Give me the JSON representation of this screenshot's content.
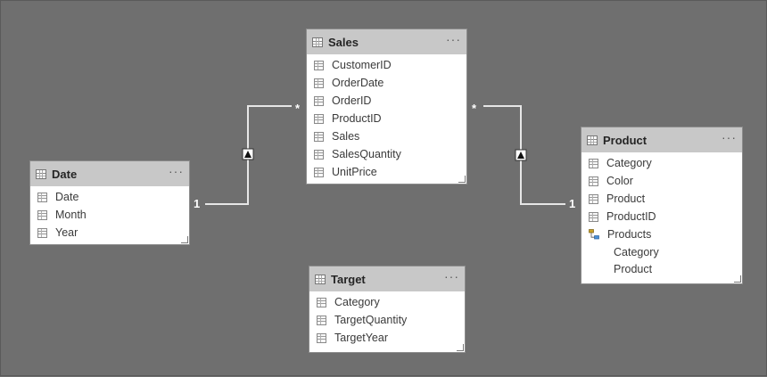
{
  "tables": {
    "sales": {
      "title": "Sales",
      "more": "···",
      "fields": [
        "CustomerID",
        "OrderDate",
        "OrderID",
        "ProductID",
        "Sales",
        "SalesQuantity",
        "UnitPrice"
      ]
    },
    "date": {
      "title": "Date",
      "more": "···",
      "fields": [
        "Date",
        "Month",
        "Year"
      ]
    },
    "product": {
      "title": "Product",
      "more": "···",
      "fields": [
        "Category",
        "Color",
        "Product",
        "ProductID"
      ],
      "hierarchy": {
        "name": "Products",
        "levels": [
          "Category",
          "Product"
        ]
      }
    },
    "target": {
      "title": "Target",
      "more": "···",
      "fields": [
        "Category",
        "TargetQuantity",
        "TargetYear"
      ]
    }
  },
  "relationships": [
    {
      "from": "Date",
      "to": "Sales",
      "from_cardinality": "1",
      "to_cardinality": "*",
      "filter_direction": "single"
    },
    {
      "from": "Product",
      "to": "Sales",
      "from_cardinality": "1",
      "to_cardinality": "*",
      "filter_direction": "single"
    }
  ],
  "colors": {
    "canvas": "#6f6f6f",
    "header": "#c8c8c8",
    "card": "#ffffff",
    "line": "#e6e6e6"
  }
}
